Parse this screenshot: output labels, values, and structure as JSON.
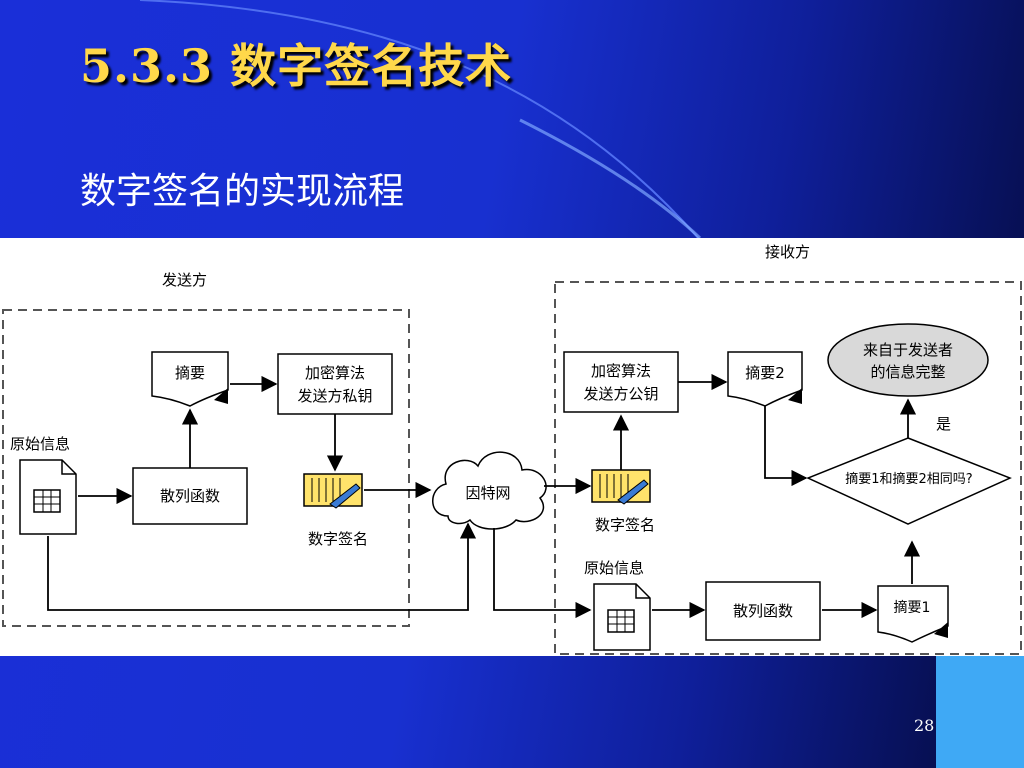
{
  "slide": {
    "title": "5.3.3 数字签名技术",
    "subtitle": "数字签名的实现流程",
    "page_number": "28"
  },
  "diagram": {
    "sender_label": "发送方",
    "receiver_label": "接收方",
    "sender": {
      "original_info": "原始信息",
      "hash_function": "散列函数",
      "digest": "摘要",
      "encrypt_line1": "加密算法",
      "encrypt_line2": "发送方私钥",
      "digital_signature": "数字签名"
    },
    "internet": "因特网",
    "receiver": {
      "decrypt_line1": "加密算法",
      "decrypt_line2": "发送方公钥",
      "digest2": "摘要2",
      "digital_signature": "数字签名",
      "original_info": "原始信息",
      "hash_function": "散列函数",
      "digest1": "摘要1",
      "compare": "摘要1和摘要2相同吗?",
      "yes": "是",
      "result_line1": "来自于发送者",
      "result_line2": "的信息完整"
    }
  },
  "colors": {
    "title": "#ffd84a",
    "accent_tab": "#3fa9f5",
    "sig_icon_yellow": "#ffe36b",
    "result_fill": "#d9d9d9"
  }
}
